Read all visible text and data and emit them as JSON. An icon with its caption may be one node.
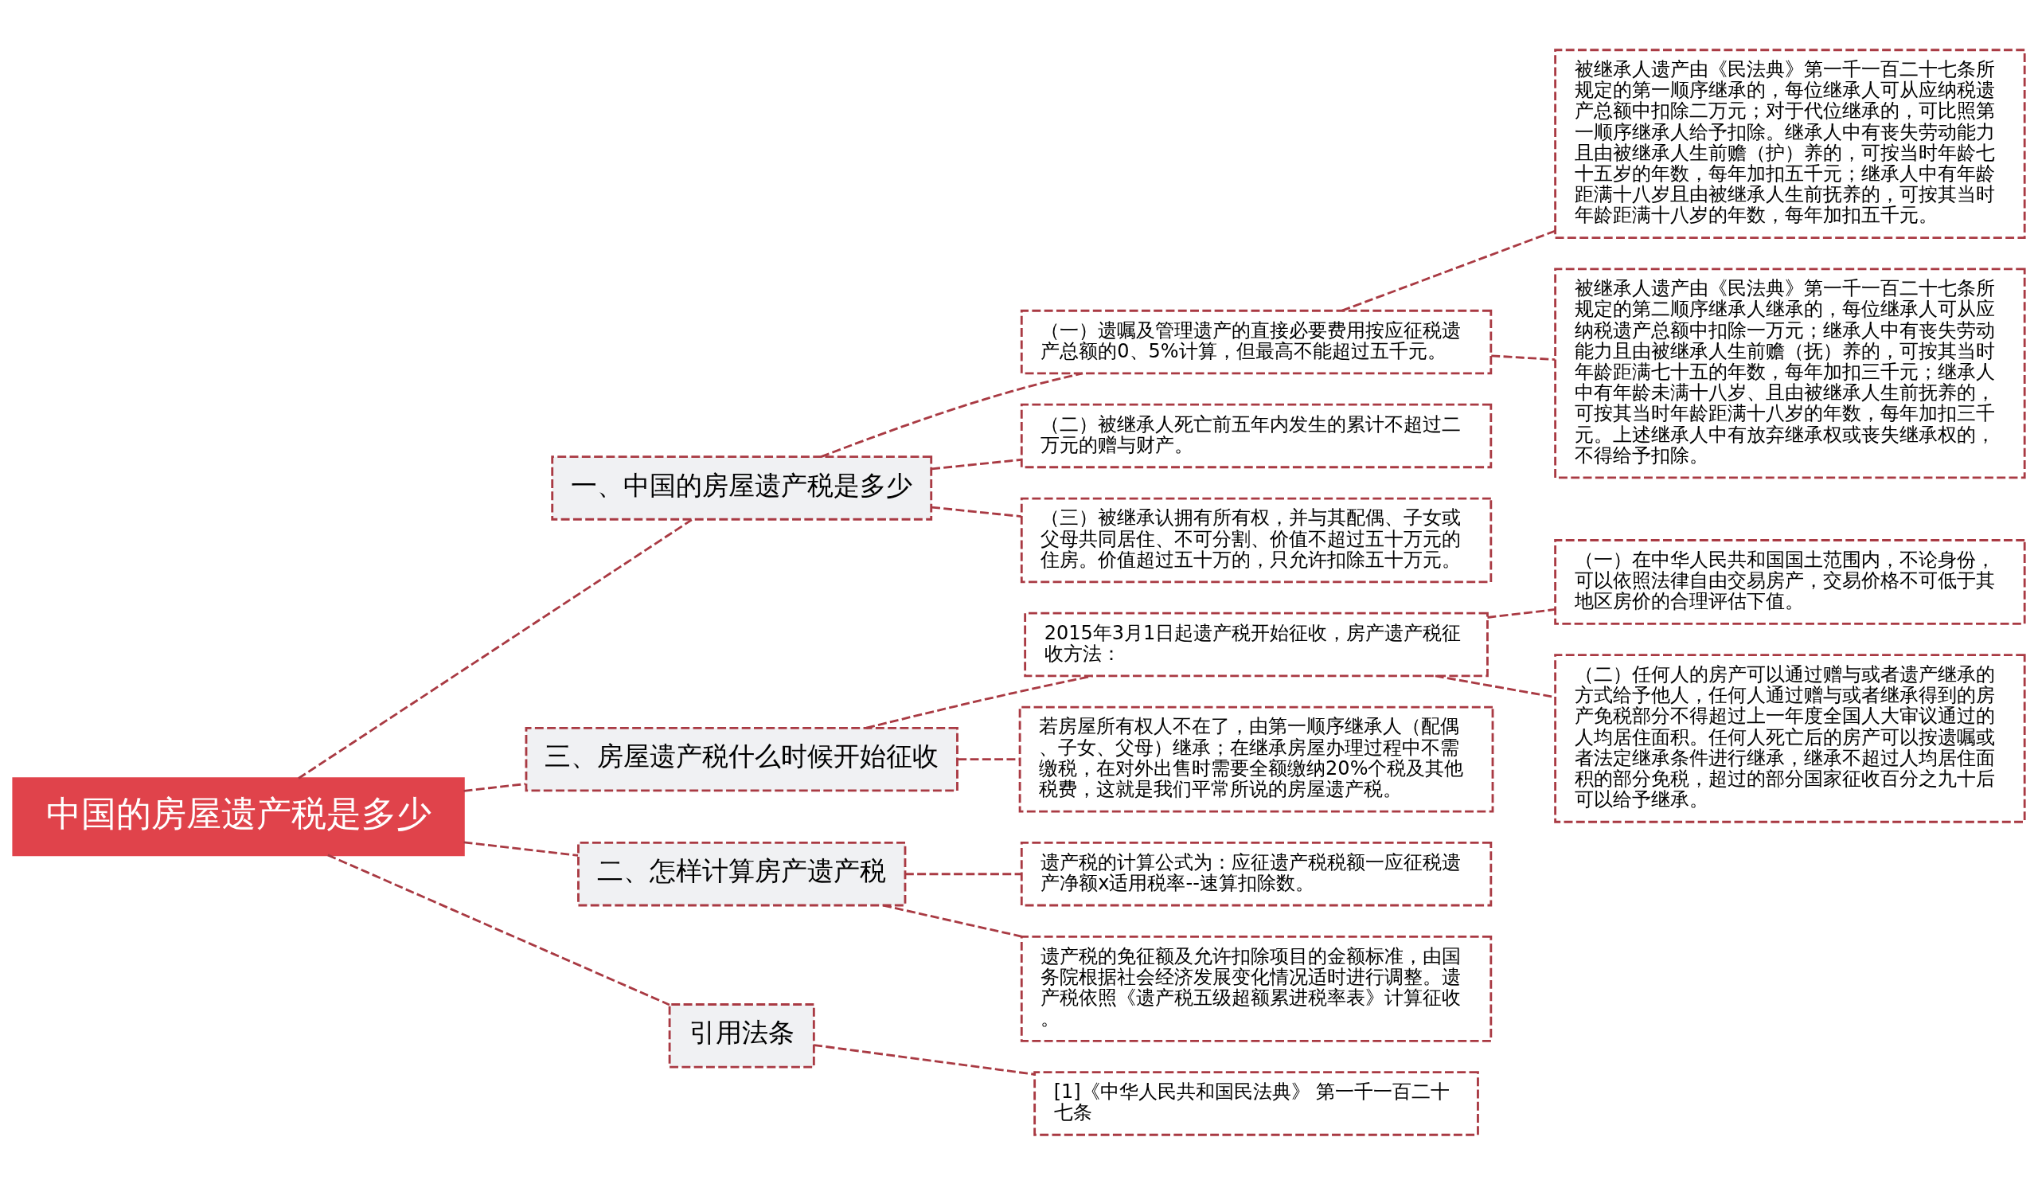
{
  "diagram": {
    "nodes": [
      {
        "text": [
          "中国的房屋遗产税是多少"
        ]
      },
      {
        "text": [
          "一、中国的房屋遗产税是多少"
        ]
      },
      {
        "text": [
          "（一）遗嘱及管理遗产的直接必要费用按应征税遗产总额的0、5%计算，但最高不能超过五千元。"
        ]
      },
      {
        "text": [
          "被继承人遗产由《民法典》第一千一百二十七条所规定的第一顺序继承的，每位继承人可从应纳税遗产总额中扣除二万元；对于代位继承的，可比照第一顺序继承人给予扣除。继承人中有丧失劳动能力且由被继承人生前赡（护）养的，可按当时年龄七十五岁的年数，每年加扣五千元；继承人中有年龄距满十八岁且由被继承人生前抚养的，可按其当时年龄距满十八岁的年数，每年加扣五千元。"
        ]
      },
      {
        "text": [
          "被继承人遗产由《民法典》第一千一百二十七条所规定的第二顺序继承人继承的，每位继承人可从应纳税遗产总额中扣除一万元；继承人中有丧失劳动能力且由被继承人生前赡（抚）养的，可按其当时年龄距满七十五的年数，每年加扣三千元；继承人中有年龄未满十八岁、且由被继承人生前抚养的，可按其当时年龄距满十八岁的年数，每年加扣三千元。上述继承人中有放弃继承权或丧失继承权的，不得给予扣除。"
        ]
      },
      {
        "text": [
          "（二）被继承人死亡前五年内发生的累计不超过二万元的赠与财产。"
        ]
      },
      {
        "text": [
          "（三）被继承认拥有所有权，并与其配偶、子女或父母共同居住、不可分割、价值不超过五十万元的住房。价值超过五十万的，只允许扣除五十万元。"
        ]
      },
      {
        "text": [
          "三、房屋遗产税什么时候开始征收"
        ]
      },
      {
        "text": [
          "2015年3月1日起遗产税开始征收，房产遗产税征收方法："
        ]
      },
      {
        "text": [
          "（一）在中华人民共和国国土范围内，不论身份，可以依照法律自由交易房产，交易价格不可低于其地区房价的合理评估下值。"
        ]
      },
      {
        "text": [
          "（二）任何人的房产可以通过赠与或者遗产继承的方式给予他人，任何人通过赠与或者继承得到的房产免税部分不得超过上一年度全国人大审议通过的人均居住面积。任何人死亡后的房产可以按遗嘱或者法定继承条件进行继承，继承不超过人均居住面积的部分免税，超过的部分国家征收百分之九十后可以给予继承。"
        ]
      },
      {
        "text": [
          "若房屋所有权人不在了，由第一顺序继承人（配偶、子女、父母）继承；在继承房屋办理过程中不需缴税，在对外出售时需要全额缴纳20%个税及其他税费，这就是我们平常所说的房屋遗产税。"
        ]
      },
      {
        "text": [
          "二、怎样计算房产遗产税"
        ]
      },
      {
        "text": [
          "遗产税的计算公式为：应征遗产税税额一应征税遗产净额x适用税率--速算扣除数。"
        ]
      },
      {
        "text": [
          "遗产税的免征额及允许扣除项目的金额标准，由国务院根据社会经济发展变化情况适时进行调整。遗产税依照《遗产税五级超额累进税率表》计算征收。"
        ]
      },
      {
        "text": [
          "引用法条"
        ]
      },
      {
        "text": [
          "[1]《中华人民共和国民法典》 第一千一百二十七条"
        ]
      }
    ],
    "edges": [
      {
        "from": 0,
        "to": 1,
        "arrow": "none",
        "style": "dashed"
      },
      {
        "from": 1,
        "to": 2,
        "arrow": "none",
        "style": "dashed"
      },
      {
        "from": 2,
        "to": 3,
        "arrow": "none",
        "style": "dashed"
      },
      {
        "from": 2,
        "to": 4,
        "arrow": "none",
        "style": "dashed"
      },
      {
        "from": 1,
        "to": 5,
        "arrow": "none",
        "style": "dashed"
      },
      {
        "from": 1,
        "to": 6,
        "arrow": "none",
        "style": "dashed"
      },
      {
        "from": 0,
        "to": 7,
        "arrow": "none",
        "style": "dashed"
      },
      {
        "from": 7,
        "to": 8,
        "arrow": "none",
        "style": "dashed"
      },
      {
        "from": 8,
        "to": 9,
        "arrow": "none",
        "style": "dashed"
      },
      {
        "from": 8,
        "to": 10,
        "arrow": "none",
        "style": "dashed"
      },
      {
        "from": 7,
        "to": 11,
        "arrow": "none",
        "style": "dashed"
      },
      {
        "from": 0,
        "to": 12,
        "arrow": "none",
        "style": "dashed"
      },
      {
        "from": 12,
        "to": 13,
        "arrow": "none",
        "style": "dashed"
      },
      {
        "from": 12,
        "to": 14,
        "arrow": "none",
        "style": "dashed"
      },
      {
        "from": 0,
        "to": 15,
        "arrow": "none",
        "style": "dashed"
      },
      {
        "from": 15,
        "to": 16,
        "arrow": "none",
        "style": "dashed"
      }
    ]
  }
}
